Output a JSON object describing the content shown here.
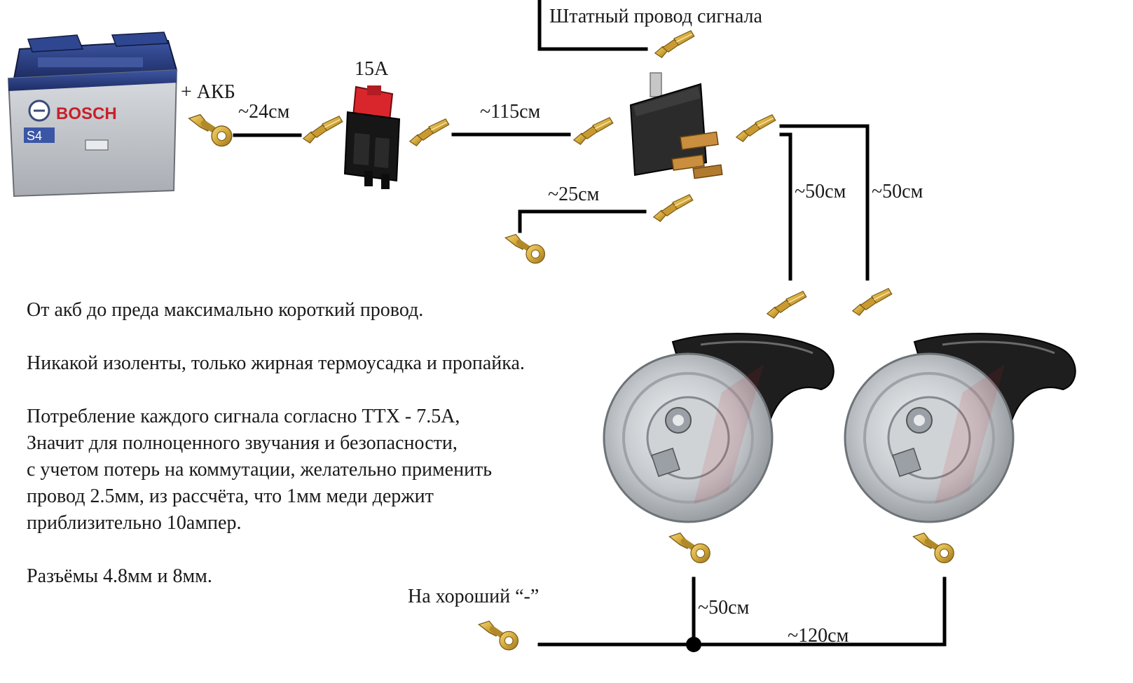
{
  "labels": {
    "battery_plus": "+ АКБ",
    "fuse_rating": "15А",
    "stock_wire": "Штатный провод сигнала",
    "good_ground": "На хороший “-”",
    "battery_brand": "BOSCH",
    "battery_model": "S4"
  },
  "lengths": {
    "battery_to_fuse": "~24см",
    "fuse_to_relay": "~115см",
    "relay_ground": "~25см",
    "relay_to_horn1": "~50см",
    "relay_to_horn2": "~50см",
    "ground_wire": "~50см",
    "horn_to_horn": "~120см"
  },
  "notes": [
    "От акб до преда максимально короткий провод.",
    "Никакой изоленты, только жирная термоусадка и пропайка.",
    "Потребление каждого сигнала согласно ТТХ - 7.5А,",
    "Значит для полноценного звучания и безопасности,",
    "с учетом потерь на коммутации, желательно применить",
    "провод 2.5мм, из рассчёта, что 1мм меди держит",
    "приблизительно 10ампер.",
    "Разъёмы 4.8мм и 8мм."
  ],
  "colors": {
    "wire": "#000000",
    "terminal_brass": "#d4a93a",
    "battery_blue": "#24387a",
    "battery_grey": "#c8cbd0",
    "fuse_red": "#d9262c",
    "relay_body": "#2b2b2b",
    "horn_metal": "#bfc3c7",
    "horn_trumpet": "#1e1e1e"
  },
  "icons": {
    "ring_terminal": "ring-terminal-icon",
    "spade_terminal": "spade-terminal-icon"
  }
}
